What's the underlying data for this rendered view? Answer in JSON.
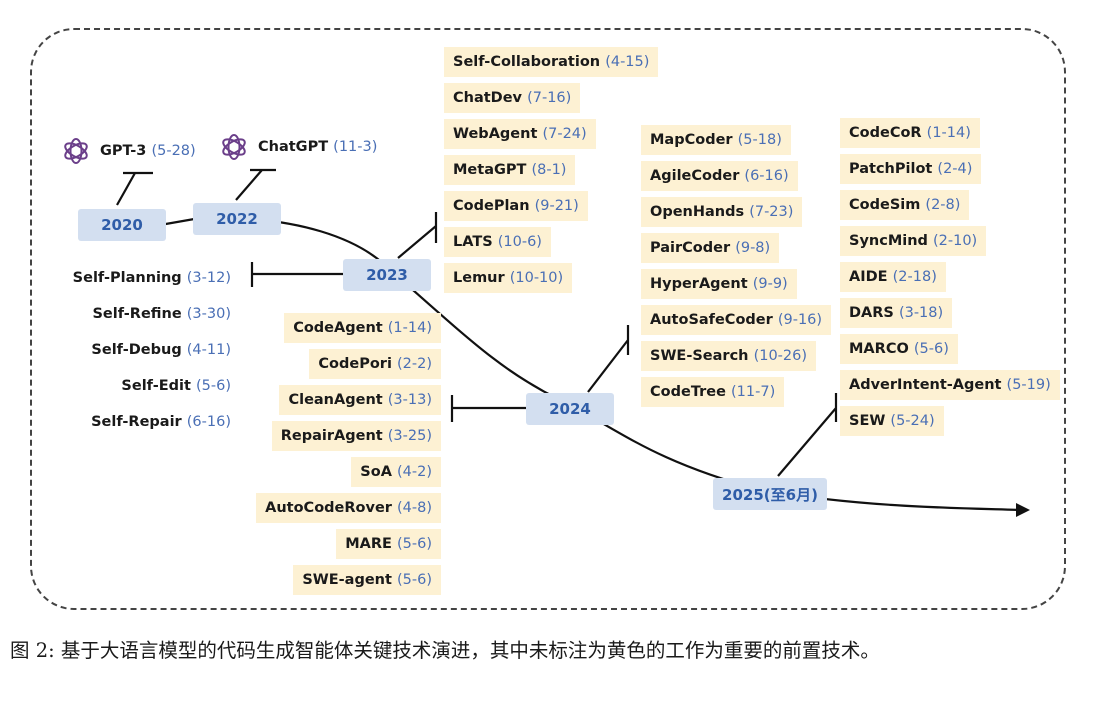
{
  "years": [
    {
      "id": "2020",
      "label": "2020"
    },
    {
      "id": "2022",
      "label": "2022"
    },
    {
      "id": "2023",
      "label": "2023"
    },
    {
      "id": "2024",
      "label": "2024"
    },
    {
      "id": "2025",
      "label": "2025(至6月)"
    }
  ],
  "gpt": [
    {
      "name": "GPT-3",
      "date": "(5-28)"
    },
    {
      "name": "ChatGPT",
      "date": "(11-3)"
    }
  ],
  "groups": {
    "left_2023": [
      {
        "name": "Self-Planning",
        "date": "(3-12)",
        "highlight": false
      },
      {
        "name": "Self-Refine",
        "date": "(3-30)",
        "highlight": false
      },
      {
        "name": "Self-Debug",
        "date": "(4-11)",
        "highlight": false
      },
      {
        "name": "Self-Edit",
        "date": "(5-6)",
        "highlight": false
      },
      {
        "name": "Self-Repair",
        "date": "(6-16)",
        "highlight": false
      }
    ],
    "top_2023": [
      {
        "name": "Self-Collaboration",
        "date": "(4-15)",
        "highlight": true
      },
      {
        "name": "ChatDev",
        "date": "(7-16)",
        "highlight": true
      },
      {
        "name": "WebAgent",
        "date": "(7-24)",
        "highlight": true
      },
      {
        "name": "MetaGPT",
        "date": "(8-1)",
        "highlight": true
      },
      {
        "name": "CodePlan",
        "date": "(9-21)",
        "highlight": true
      },
      {
        "name": "LATS",
        "date": "(10-6)",
        "highlight": true
      },
      {
        "name": "Lemur",
        "date": "(10-10)",
        "highlight": true
      }
    ],
    "left_2024": [
      {
        "name": "CodeAgent",
        "date": "(1-14)",
        "highlight": true
      },
      {
        "name": "CodePori",
        "date": "(2-2)",
        "highlight": true
      },
      {
        "name": "CleanAgent",
        "date": "(3-13)",
        "highlight": true
      },
      {
        "name": "RepairAgent",
        "date": "(3-25)",
        "highlight": true
      },
      {
        "name": "SoA",
        "date": "(4-2)",
        "highlight": true
      },
      {
        "name": "AutoCodeRover",
        "date": "(4-8)",
        "highlight": true
      },
      {
        "name": "MARE",
        "date": "(5-6)",
        "highlight": true
      },
      {
        "name": "SWE-agent",
        "date": "(5-6)",
        "highlight": true
      }
    ],
    "top_2024": [
      {
        "name": "MapCoder",
        "date": "(5-18)",
        "highlight": true
      },
      {
        "name": "AgileCoder",
        "date": "(6-16)",
        "highlight": true
      },
      {
        "name": "OpenHands",
        "date": "(7-23)",
        "highlight": true
      },
      {
        "name": "PairCoder",
        "date": "(9-8)",
        "highlight": true
      },
      {
        "name": "HyperAgent",
        "date": "(9-9)",
        "highlight": true
      },
      {
        "name": "AutoSafeCoder",
        "date": "(9-16)",
        "highlight": true
      },
      {
        "name": "SWE-Search",
        "date": "(10-26)",
        "highlight": true
      },
      {
        "name": "CodeTree",
        "date": "(11-7)",
        "highlight": true
      }
    ],
    "top_2025": [
      {
        "name": "CodeCoR",
        "date": "(1-14)",
        "highlight": true
      },
      {
        "name": "PatchPilot",
        "date": "(2-4)",
        "highlight": true
      },
      {
        "name": "CodeSim",
        "date": "(2-8)",
        "highlight": true
      },
      {
        "name": "SyncMind",
        "date": "(2-10)",
        "highlight": true
      },
      {
        "name": "AIDE",
        "date": "(2-18)",
        "highlight": true
      },
      {
        "name": "DARS",
        "date": "(3-18)",
        "highlight": true
      },
      {
        "name": "MARCO",
        "date": "(5-6)",
        "highlight": true
      },
      {
        "name": "AdverIntent-Agent",
        "date": "(5-19)",
        "highlight": true
      },
      {
        "name": "SEW",
        "date": "(5-24)",
        "highlight": true
      }
    ]
  },
  "caption": "图 2: 基于大语言模型的代码生成智能体关键技术演进，其中未标注为黄色的工作为重要的前置技术。",
  "colors": {
    "highlight": "#fdf1d3",
    "year_box": "#d3dff0",
    "date_text": "#4a6fb5",
    "year_text": "#2f5da8"
  }
}
